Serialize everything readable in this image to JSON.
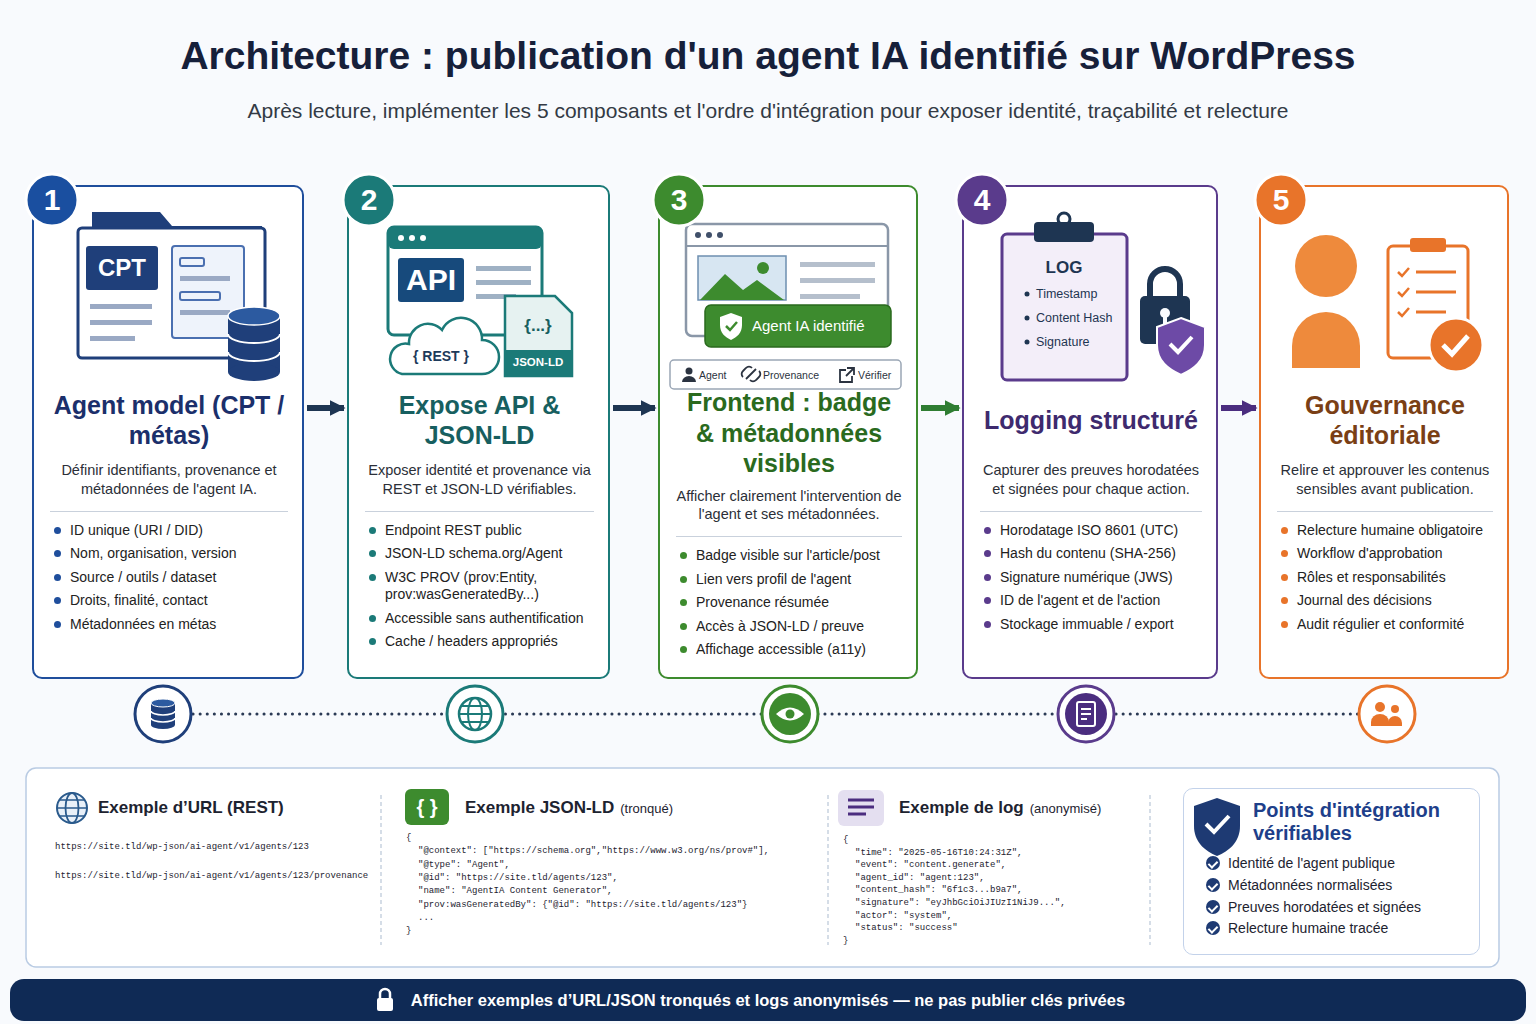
{
  "diagram": {
    "title": "Architecture : publication d'un agent IA identifié sur WordPress",
    "caption": "Après lecture, implémenter les 5 composants et l'ordre d'intégration pour exposer identité, traçabilité et relecture",
    "nodes": [
      {
        "text": [
          "Agent model (CPT / métas)",
          "Définir identifiants, provenance et métadonnées de l'agent IA.",
          "ID unique (URI / DID)",
          "Nom, organisation, version",
          "Source / outils / dataset",
          "Droits, finalité, contact",
          "Métadonnées en métas"
        ]
      },
      {
        "text": [
          "Expose API & JSON-LD",
          "Exposer identité et provenance via REST et JSON-LD vérifiables.",
          "Endpoint REST public",
          "JSON-LD schema.org/Agent",
          "W3C PROV (prov:Entity, prov:wasGeneratedBy...)",
          "Accessible sans authentification",
          "Cache / headers appropriés"
        ]
      },
      {
        "text": [
          "Frontend : badge & métadonnées visibles",
          "Afficher clairement l'intervention de l'agent et ses métadonnées.",
          "Badge visible sur l'article/post",
          "Lien vers profil de l'agent",
          "Provenance résumée",
          "Accès à JSON-LD / preuve",
          "Affichage accessible (a11y)"
        ]
      },
      {
        "text": [
          "Logging structuré",
          "Capturer des preuves horodatées et signées pour chaque action.",
          "Horodatage ISO 8601 (UTC)",
          "Hash du contenu (SHA-256)",
          "Signature numérique (JWS)",
          "ID de l'agent et de l'action",
          "Stockage immuable / export"
        ]
      },
      {
        "text": [
          "Gouvernance éditoriale",
          "Relire et approuver les contenus sensibles avant publication.",
          "Relecture humaine obligatoire",
          "Workflow d'approbation",
          "Rôles et responsabilités",
          "Journal des décisions",
          "Audit régulier et conformité"
        ]
      },
      {
        "text": [
          "Points d'intégration vérifiables",
          "Identité de l'agent publique",
          "Métadonnées normalisées",
          "Preuves horodatées et signées",
          "Relecture humaine tracée"
        ]
      },
      {
        "text": [
          "Afficher exemples d’URL/JSON tronqués et logs anonymisés — ne pas publier clés privées"
        ]
      }
    ],
    "edges": [
      {
        "from": 0,
        "to": 1,
        "arrow": "to"
      },
      {
        "from": 1,
        "to": 2,
        "arrow": "to"
      },
      {
        "from": 2,
        "to": 3,
        "arrow": "to"
      },
      {
        "from": 3,
        "to": 4,
        "arrow": "to"
      }
    ],
    "labels": [
      "1",
      "2",
      "3",
      "4",
      "5",
      "CPT",
      "API",
      "{ REST }",
      "{...}",
      "JSON-LD",
      "Agent IA identifié",
      "Agent",
      "Provenance",
      "Vérifier",
      "LOG",
      "Timestamp",
      "Content Hash",
      "Signature",
      "Exemple d’URL (REST)",
      "https://site.tld/wp-json/ai-agent/v1/agents/123",
      "https://site.tld/wp-json/ai-agent/v1/agents/123/provenance",
      "Exemple JSON-LD",
      "(tronqué)",
      "{",
      "\"@context\": [\"https://schema.org\",\"https://www.w3.org/ns/prov#\"],",
      "\"@type\": \"Agent\",",
      "\"@id\": \"https://site.tld/agents/123\",",
      "\"name\": \"AgentIA Content Generator\",",
      "\"prov:wasGeneratedBy\": {\"@id\": \"https://site.tld/agents/123\"}",
      "...",
      "}",
      "Exemple de log",
      "(anonymisé)",
      "{",
      "\"time\": \"2025-05-16T10:24:31Z\",",
      "\"event\": \"content.generate\",",
      "\"agent_id\": \"agent:123\",",
      "\"content_hash\": \"6f1c3...b9a7\",",
      "\"signature\": \"eyJhbGciOiJIUzI1NiJ9...\",",
      "\"actor\": \"system\",",
      "\"status\": \"success\"",
      "}",
      "{ }"
    ]
  }
}
